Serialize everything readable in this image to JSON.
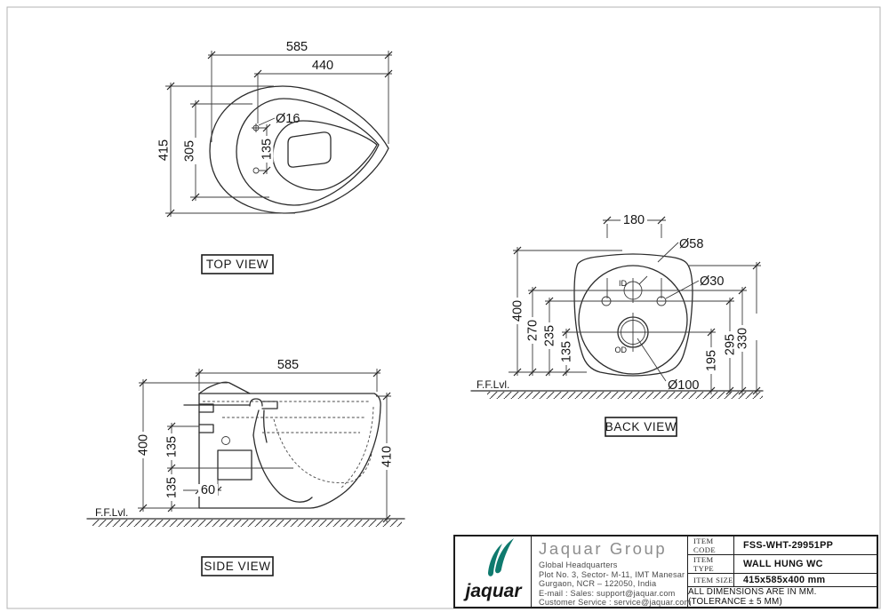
{
  "drawing": {
    "views": {
      "top": {
        "label": "TOP VIEW",
        "dims": {
          "overall_width": "585",
          "rim_width": "440",
          "overall_depth": "415",
          "rim_depth": "305",
          "hinge_hole_dia": "Ø16",
          "hinge_hole_spacing": "135"
        }
      },
      "side": {
        "label": "SIDE VIEW",
        "floor_label": "F.F.Lvl.",
        "dims": {
          "overall_depth": "585",
          "body_height": "400",
          "upper_offset": "135",
          "lower_offset": "135",
          "wall_gap": "60",
          "overall_height": "410"
        }
      },
      "back": {
        "label": "BACK VIEW",
        "floor_label": "F.F.Lvl.",
        "inlet_label": "ID",
        "outlet_label": "OD",
        "dims": {
          "mount_hole_spacing": "180",
          "dia_58": "Ø58",
          "dia_30": "Ø30",
          "h_400": "400",
          "h_270": "270",
          "h_235": "235",
          "h_135": "135",
          "h_195": "195",
          "h_295": "295",
          "h_330": "330",
          "outlet_dia": "Ø100"
        }
      }
    }
  },
  "title_block": {
    "brand_color": "#0f7a6e",
    "logo_text": "jaquar",
    "company": "Jaquar Group",
    "address_lines": [
      "Global Headquarters",
      "Plot No. 3, Sector- M-11, IMT Manesar",
      "Gurgaon, NCR – 122050, India",
      "E-mail : Sales: support@jaquar.com",
      "Customer Service : service@jaquar.com"
    ],
    "fields": {
      "item_code_label": "ITEM CODE",
      "item_code": "FSS-WHT-29951PP",
      "item_type_label": "ITEM TYPE",
      "item_type": "WALL HUNG WC",
      "item_size_label": "ITEM SIZE",
      "item_size": "415x585x400 mm"
    },
    "note": "ALL DIMENSIONS ARE IN MM. (TOLERANCE ± 5 MM)"
  }
}
